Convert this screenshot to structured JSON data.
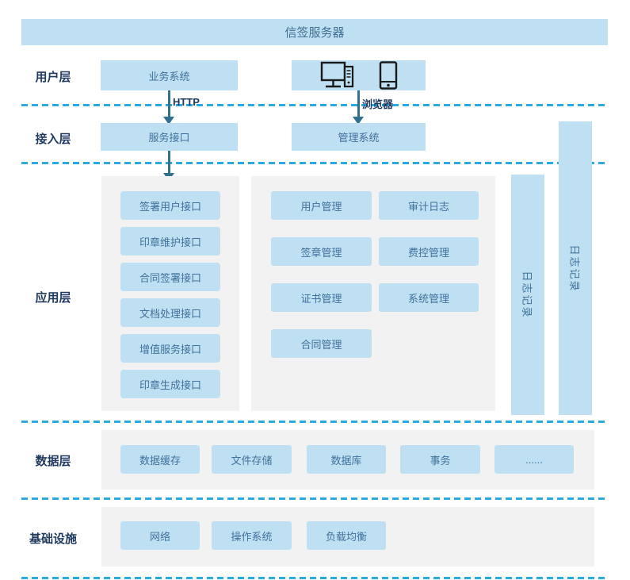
{
  "title": "信签服务器",
  "user_layer": {
    "label": "用户层",
    "business_system": "业务系统"
  },
  "connections": {
    "http": "HTTP",
    "browser": "浏览器"
  },
  "access_layer": {
    "label": "接入层",
    "service_interface": "服务接口",
    "management_system": "管理系统"
  },
  "app_layer": {
    "label": "应用层",
    "interfaces": [
      "签署用户接口",
      "印章维护接口",
      "合同签署接口",
      "文档处理接口",
      "增值服务接口",
      "印章生成接口"
    ],
    "modules": [
      "用户管理",
      "审计日志",
      "签章管理",
      "费控管理",
      "证书管理",
      "系统管理",
      "合同管理"
    ],
    "log_bar_left": "日志记录",
    "log_bar_right": "日志记录"
  },
  "data_layer": {
    "label": "数据层",
    "items": [
      "数据缓存",
      "文件存储",
      "数据库",
      "事务",
      "......"
    ]
  },
  "infra_layer": {
    "label": "基础设施",
    "items": [
      "网络",
      "操作系统",
      "负载均衡"
    ]
  },
  "icons": {
    "desktop": "desktop-icon",
    "phone": "smartphone-icon"
  },
  "colors": {
    "box_fill": "#BEE0F2",
    "box_text": "#41719C",
    "label_text": "#1F3A5F",
    "panel": "#F2F2F2",
    "divider": "#29ABE2",
    "arrow": "#31708F",
    "icon_stroke": "#1A1A1A"
  }
}
